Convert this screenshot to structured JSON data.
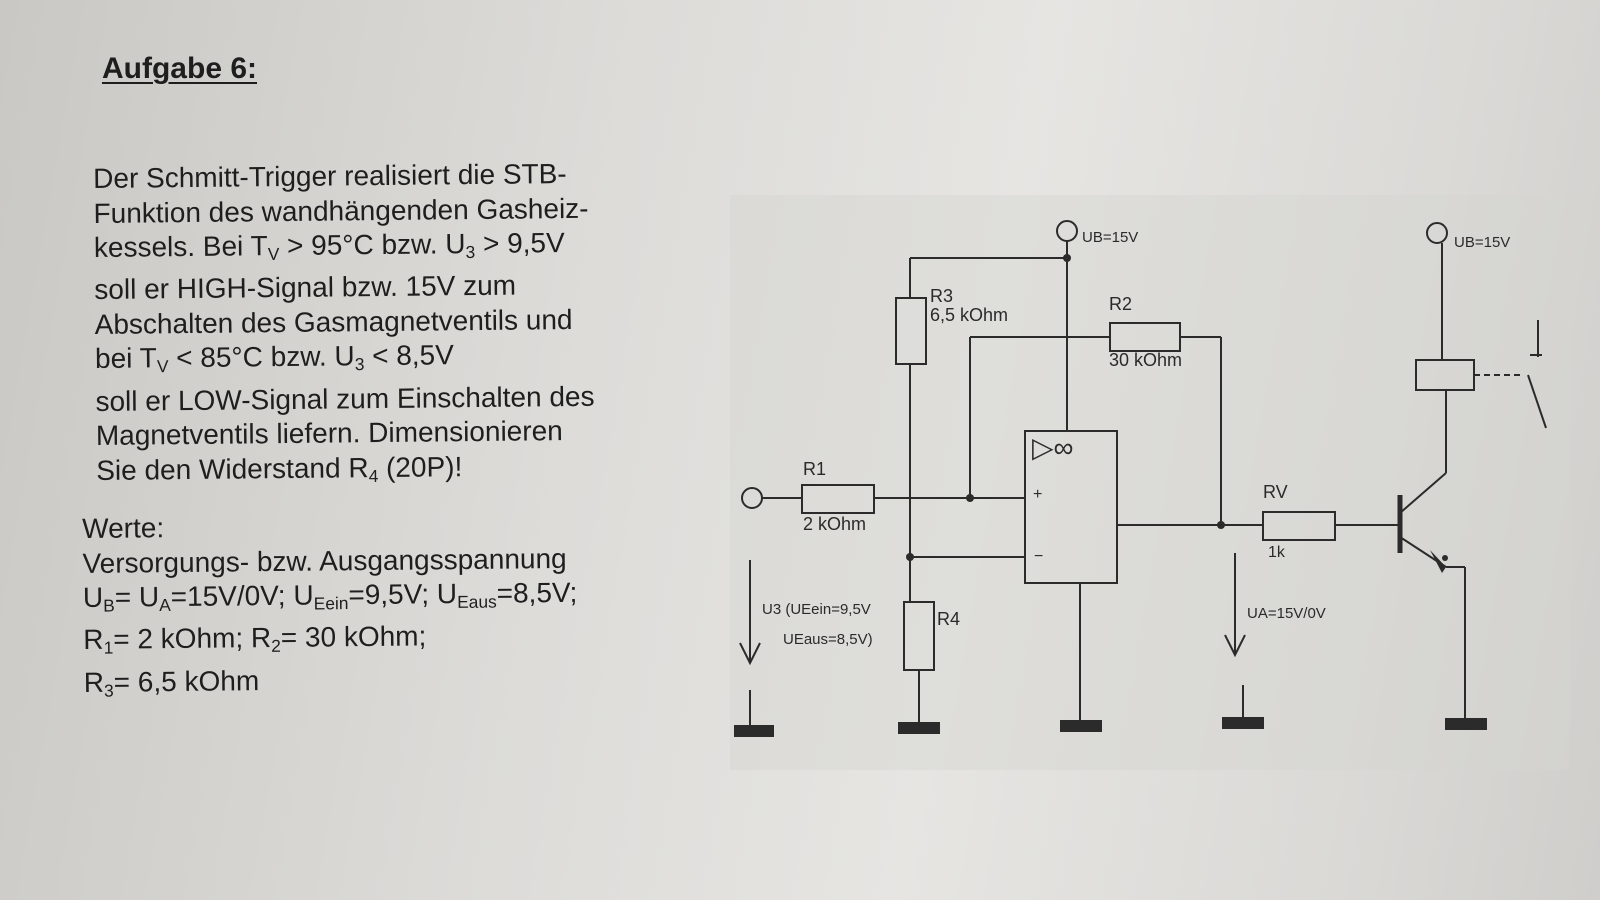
{
  "heading": "Aufgabe 6:",
  "task_text": {
    "line1": "Der Schmitt-Trigger realisiert die STB-",
    "line2": "Funktion des wandhängenden Gasheiz-",
    "line3_pre": "kessels. Bei T",
    "line3_sub1": "V",
    "line3_mid": " > 95°C bzw. U",
    "line3_sub2": "3",
    "line3_post": " > 9,5V",
    "line4": "soll er HIGH-Signal bzw. 15V zum",
    "line5": "Abschalten des Gasmagnetventils und",
    "line6_pre": "bei T",
    "line6_sub1": "V",
    "line6_mid": " < 85°C bzw. U",
    "line6_sub2": "3",
    "line6_post": " < 8,5V",
    "line7": "soll er LOW-Signal zum Einschalten des",
    "line8": "Magnetventils liefern. Dimensionieren",
    "line9_pre": "Sie den Widerstand R",
    "line9_sub": "4",
    "line9_post": " (20P)!"
  },
  "values": {
    "label": "Werte:",
    "line1": "Versorgungs- bzw. Ausgangsspannung",
    "l2_a": "U",
    "l2_a_sub": "B",
    "l2_b": "= U",
    "l2_b_sub": "A",
    "l2_c": "=15V/0V;  U",
    "l2_c_sub": "Eein",
    "l2_d": "=9,5V; U",
    "l2_d_sub": "Eaus",
    "l2_e": "=8,5V;",
    "l3_a": "R",
    "l3_a_sub": "1",
    "l3_b": "= 2 kOhm; R",
    "l3_b_sub": "2",
    "l3_c": "= 30 kOhm;",
    "l4_a": "R",
    "l4_a_sub": "3",
    "l4_b": "= 6,5 kOhm"
  },
  "circuit": {
    "ub_label_1": "UB=15V",
    "ub_label_2": "UB=15V",
    "r1_name": "R1",
    "r1_value": "2 kOhm",
    "r2_name": "R2",
    "r2_value": "30 kOhm",
    "r3_name": "R3",
    "r3_value": "6,5 kOhm",
    "r4_name": "R4",
    "rv_name": "RV",
    "rv_value": "1k",
    "u3_label_1": "U3 (UEein=9,5V",
    "u3_label_2": "UEaus=8,5V)",
    "ua_label": "UA=15V/0V",
    "opamp_symbol": "▷∞",
    "plus_sign": "+",
    "minus_sign": "−"
  }
}
